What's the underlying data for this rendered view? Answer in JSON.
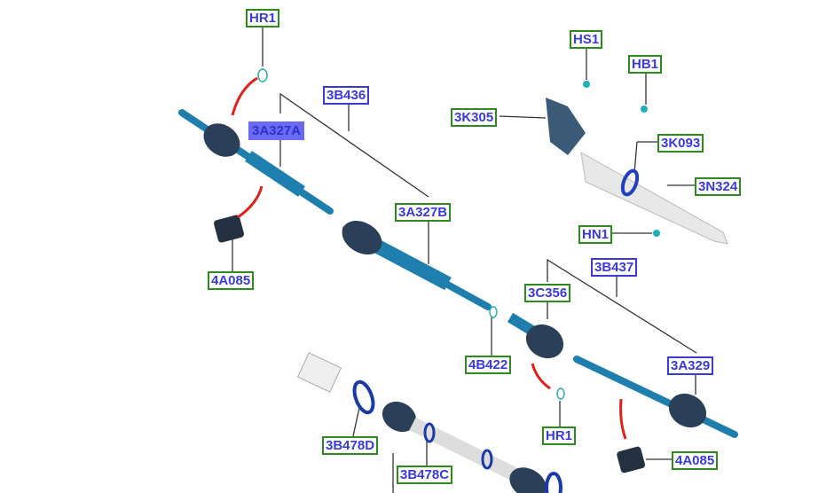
{
  "colors": {
    "shaft": "#1e7fae",
    "boot": "#2b3f58",
    "arrow": "#e0201a",
    "part_border": "#2d8a1e",
    "assembly_border": "#3a3ad8",
    "label_text": "#3a3ad8",
    "highlight": "#6a6af5"
  },
  "labels": {
    "hr1_top": "HR1",
    "b3b436": "3B436",
    "a3a327a": "3A327A",
    "a3a327b": "3A327B",
    "a4a085_left": "4A085",
    "k3k305": "3K305",
    "hs1": "HS1",
    "hb1": "HB1",
    "k3k093": "3K093",
    "n3n324": "3N324",
    "hn1": "HN1",
    "b3b437": "3B437",
    "c3c356": "3C356",
    "b4b422": "4B422",
    "a3a329": "3A329",
    "hr1_bottom": "HR1",
    "a4a085_right": "4A085",
    "b3b478d": "3B478D",
    "b3b478c": "3B478C"
  }
}
